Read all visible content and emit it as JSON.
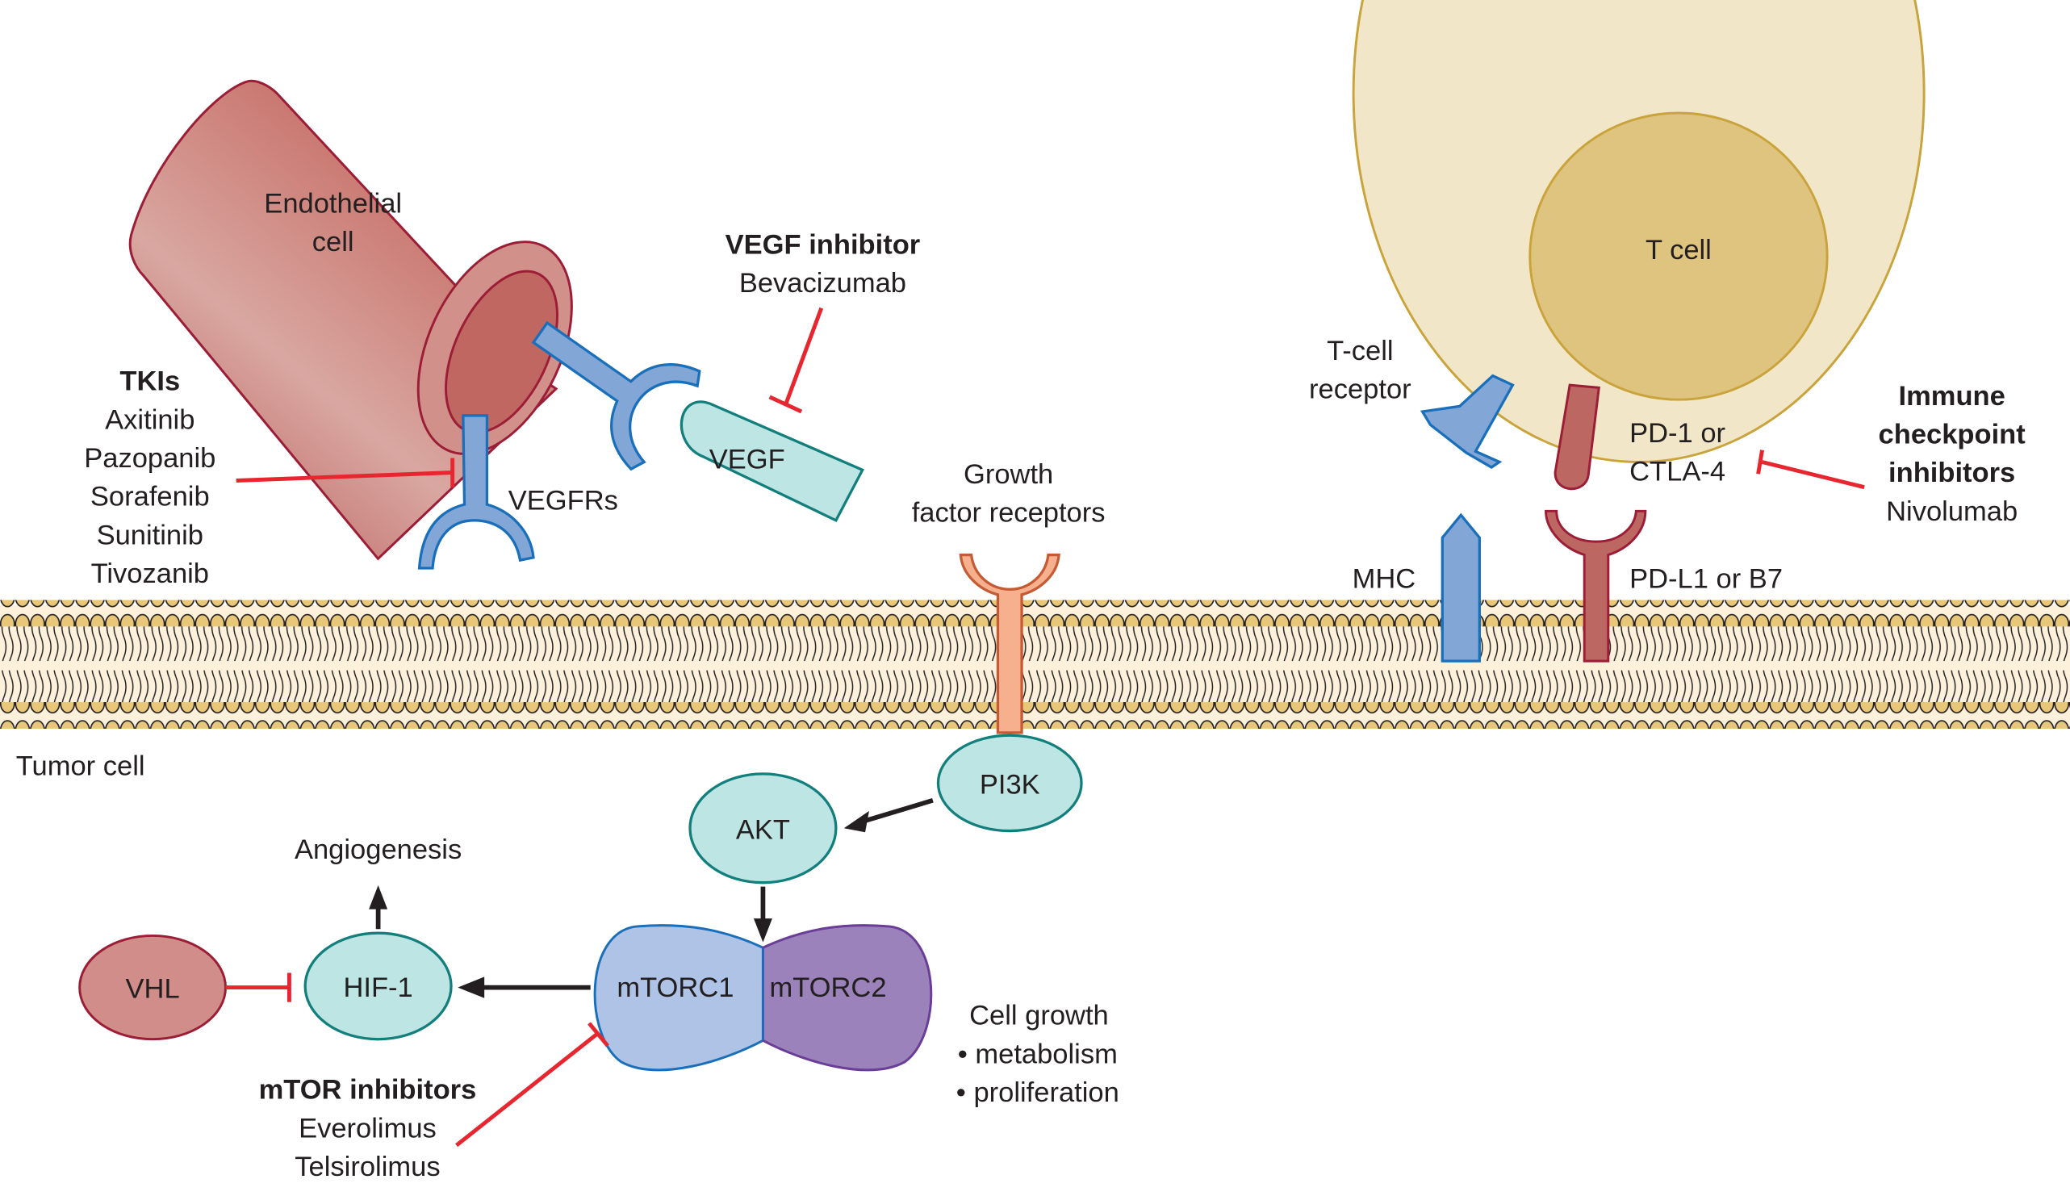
{
  "title": "Targeted therapy mechanisms in tumor cell signaling",
  "cells": {
    "endothelial": "Endothelial\ncell",
    "endothelial_l1": "Endothelial",
    "endothelial_l2": "cell",
    "t_cell": "T cell",
    "tumor_cell": "Tumor cell"
  },
  "receptors": {
    "vegfrs": "VEGFRs",
    "vegf": "VEGF",
    "growth_l1": "Growth",
    "growth_l2": "factor receptors",
    "tcr_l1": "T-cell",
    "tcr_l2": "receptor",
    "pd1_l1": "PD-1 or",
    "pd1_l2": "CTLA-4",
    "mhc": "MHC",
    "pdl1": "PD-L1 or B7"
  },
  "drugs": {
    "tkis": {
      "heading": "TKIs",
      "items": [
        "Axitinib",
        "Pazopanib",
        "Sorafenib",
        "Sunitinib",
        "Tivozanib"
      ]
    },
    "vegf_inhibitor": {
      "heading": "VEGF inhibitor",
      "items": [
        "Bevacizumab"
      ]
    },
    "checkpoint": {
      "heading_l1": "Immune",
      "heading_l2": "checkpoint",
      "heading_l3": "inhibitors",
      "items": [
        "Nivolumab"
      ]
    },
    "mtor": {
      "heading": "mTOR inhibitors",
      "items": [
        "Everolimus",
        "Telsirolimus"
      ]
    }
  },
  "pathway": {
    "pi3k": "PI3K",
    "akt": "AKT",
    "mtorc1": "mTORC1",
    "mtorc2": "mTORC2",
    "hif1": "HIF-1",
    "vhl": "VHL",
    "angiogenesis": "Angiogenesis",
    "cell_growth": "Cell growth",
    "metabolism": "• metabolism",
    "proliferation": "• proliferation"
  },
  "colors": {
    "inhibition": "#e8262f",
    "endothelial": "#c0625f",
    "teal_node": "#bde5e3",
    "receptor_blue": "#82a6d6",
    "mtorc1": "#aec3e6",
    "mtorc2": "#9b82bb",
    "tcell_outer": "#f2e6c8",
    "tcell_inner": "#dfc47f",
    "membrane_head": "#e8c778"
  }
}
